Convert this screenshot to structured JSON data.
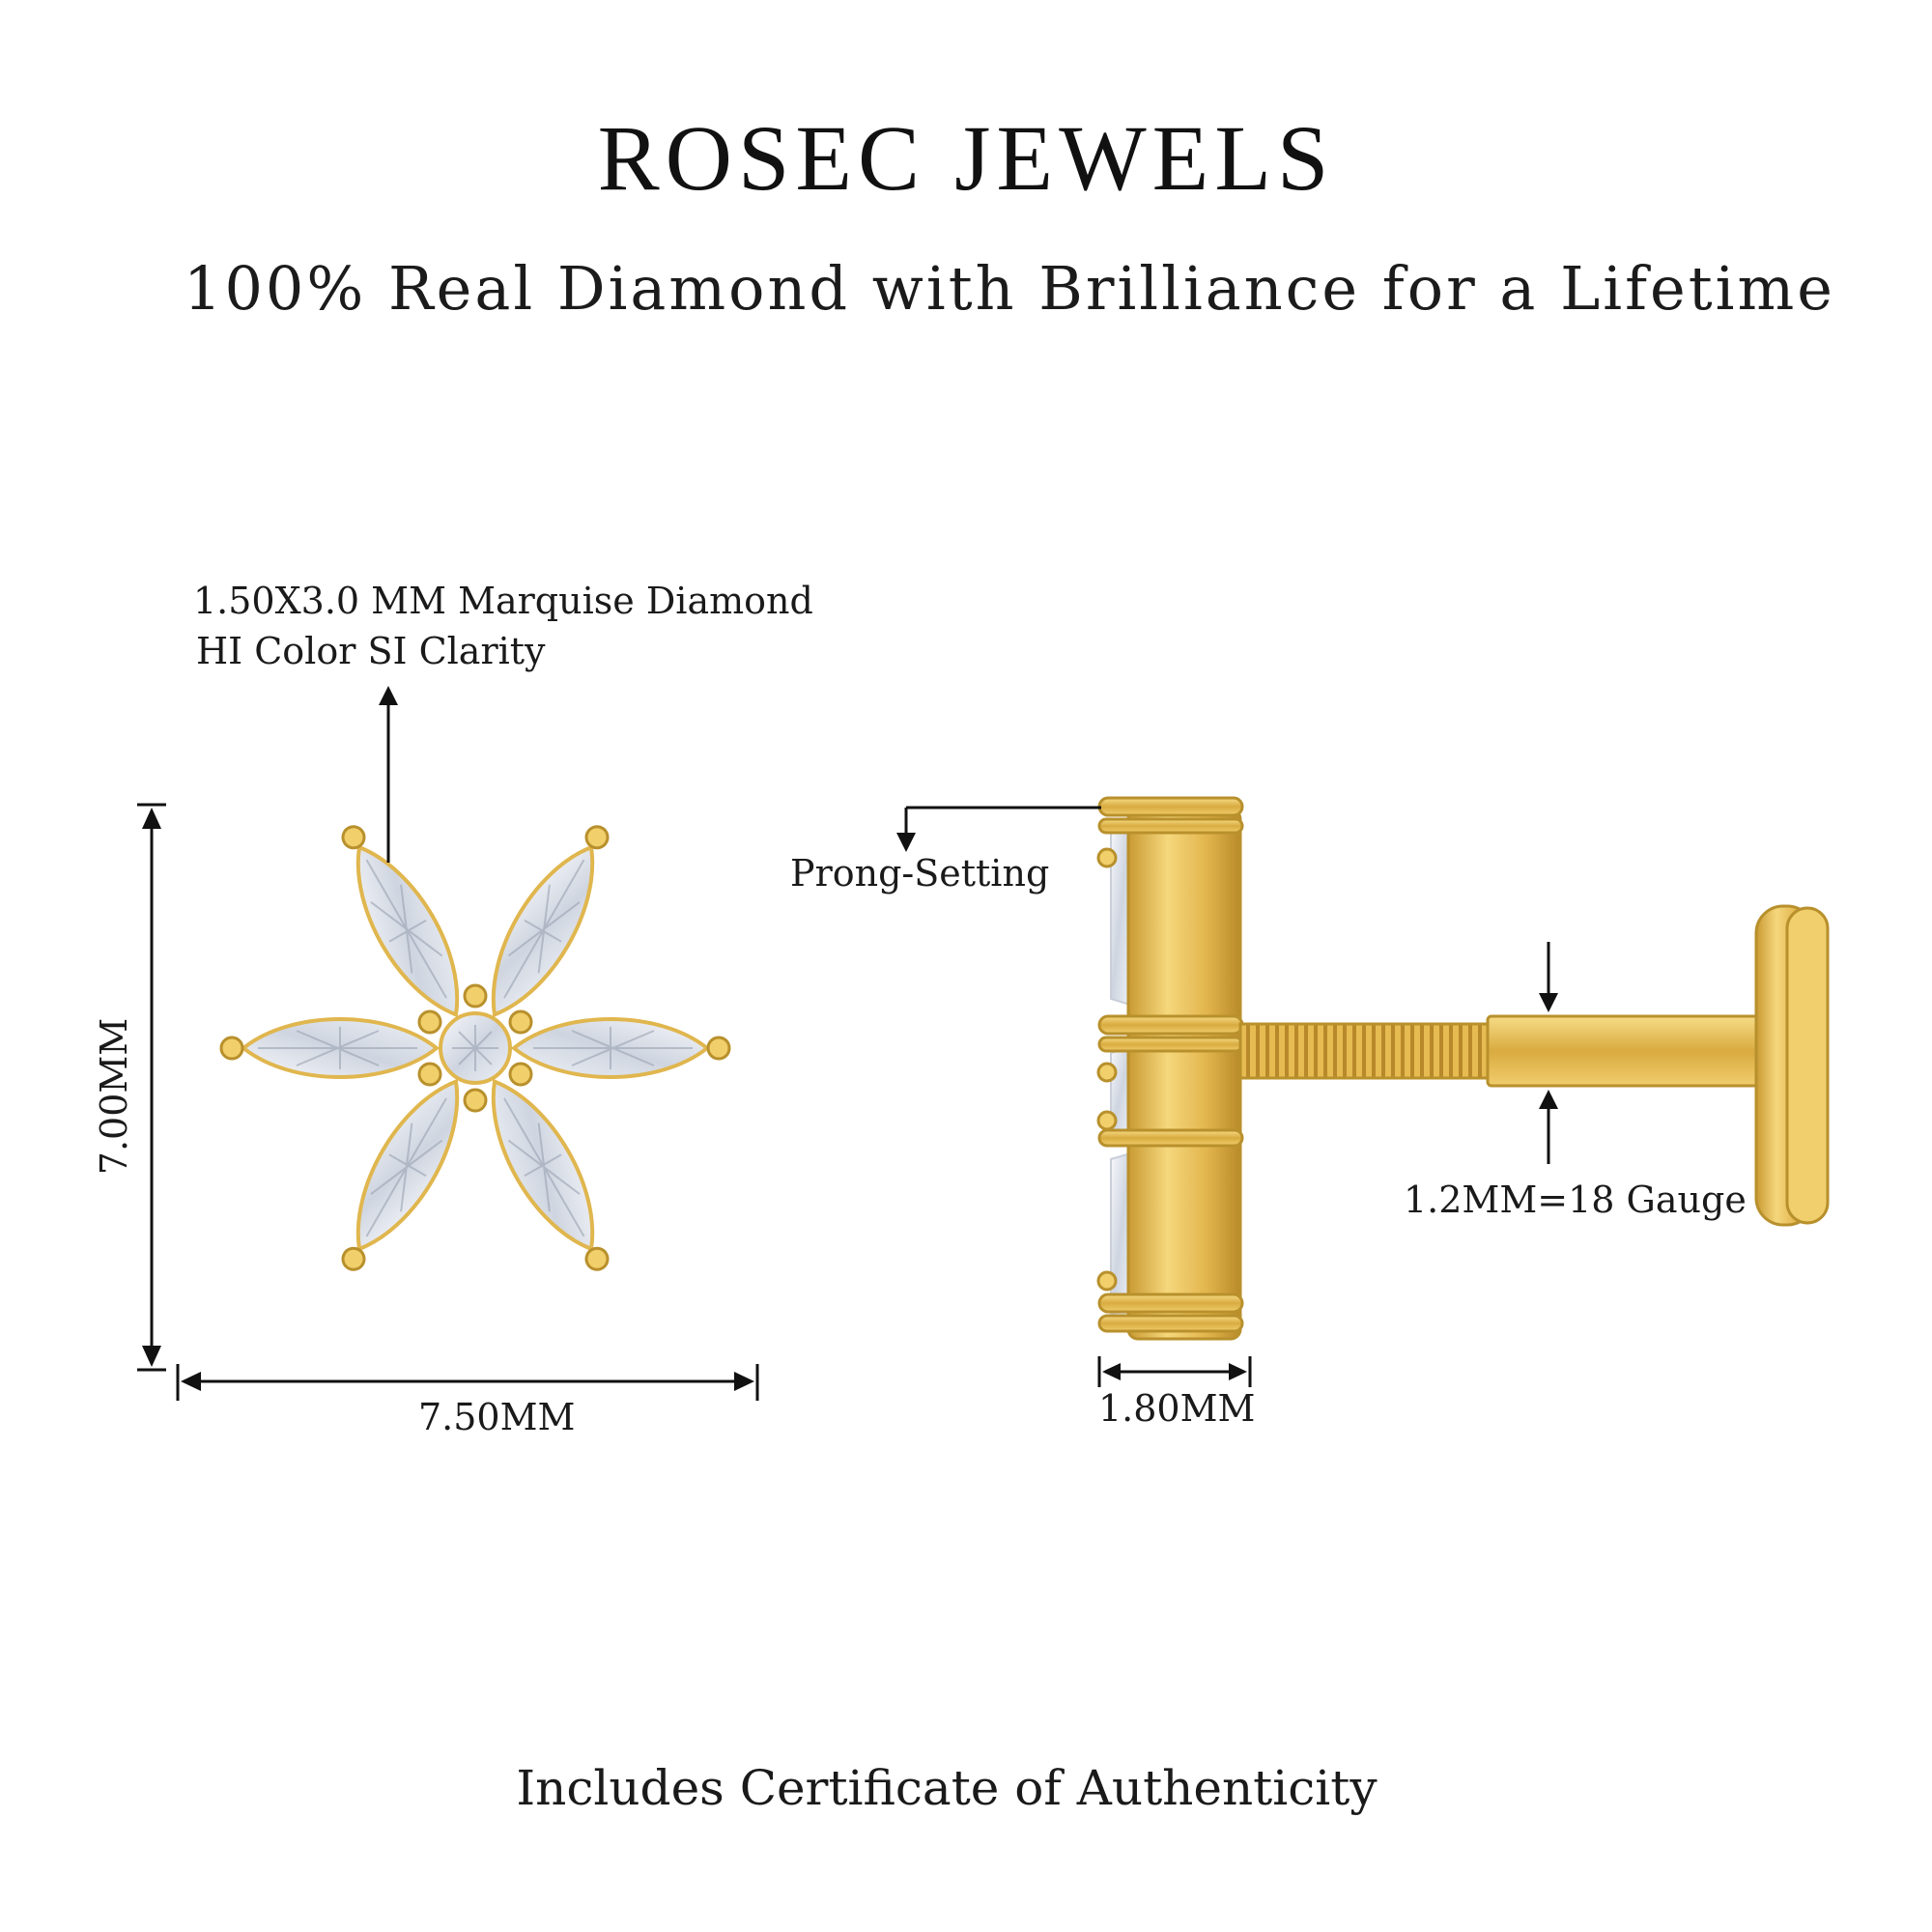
{
  "header": {
    "brand": "ROSEC JEWELS",
    "tagline": "100% Real Diamond with Brilliance for a Lifetime"
  },
  "specs": {
    "stone_line1": "1.50X3.0 MM Marquise Diamond",
    "stone_line2": "HI Color SI Clarity",
    "setting": "Prong-Setting",
    "gauge": "1.2MM=18 Gauge"
  },
  "dimensions": {
    "height": "7.00MM",
    "width": "7.50MM",
    "depth": "1.80MM"
  },
  "footer": {
    "certificate": "Includes Certificate of Authenticity"
  },
  "colors": {
    "gold": "#e8c15a",
    "gold_dark": "#b8902c",
    "diamond": "#dfe4ee",
    "line": "#111111"
  }
}
